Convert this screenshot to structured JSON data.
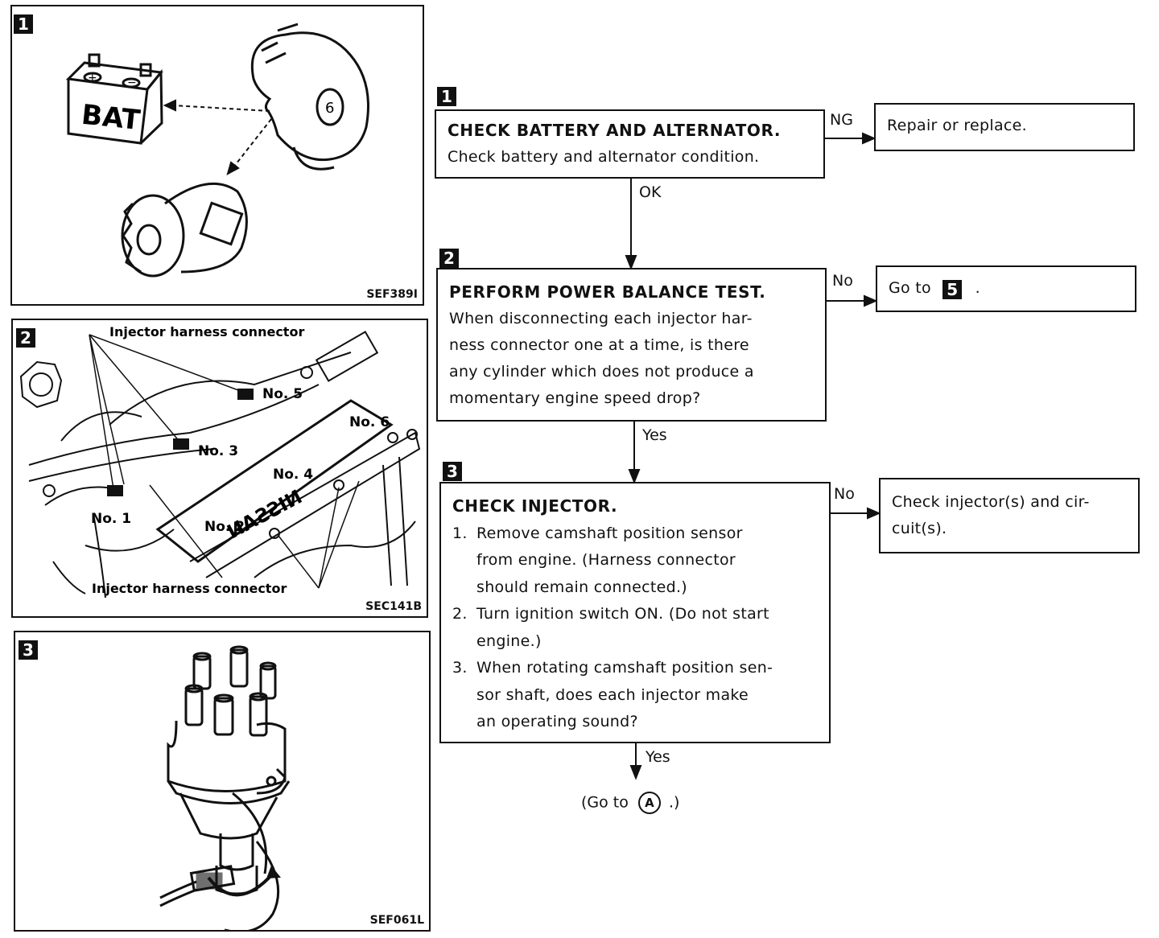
{
  "figures": [
    {
      "badge": "1",
      "code": "SEF389I"
    },
    {
      "badge": "2",
      "code": "SEC141B",
      "callouts": {
        "top": "Injector harness connector",
        "bottom": "Injector harness connector",
        "no1": "No. 1",
        "no2": "No. 2",
        "no3": "No. 3",
        "no4": "No. 4",
        "no5": "No. 5",
        "no6": "No. 6",
        "nissan": "NISSAN"
      }
    },
    {
      "badge": "3",
      "code": "SEF061L"
    }
  ],
  "figure1_labels": {
    "bat": "BAT",
    "ear": "6",
    "plus": "+",
    "minus": "−"
  },
  "flow": {
    "step1": {
      "badge": "1",
      "title": "CHECK BATTERY AND ALTERNATOR.",
      "text": "Check battery and alternator condition."
    },
    "step1_ng": {
      "label": "NG",
      "result": "Repair or replace."
    },
    "step1_ok": "OK",
    "step2": {
      "badge": "2",
      "title": "PERFORM POWER BALANCE TEST.",
      "lines": [
        "When disconnecting each injector har-",
        "ness connector one at a time, is there",
        "any cylinder which does not produce a",
        "momentary engine speed drop?"
      ]
    },
    "step2_no": {
      "label": "No",
      "result_prefix": "Go to",
      "result_badge": "5",
      "result_suffix": "."
    },
    "step2_yes": "Yes",
    "step3": {
      "badge": "3",
      "title": "CHECK INJECTOR.",
      "items": [
        {
          "n": "1.",
          "lines": [
            "Remove camshaft position sensor",
            "from engine. (Harness connector",
            "should remain connected.)"
          ]
        },
        {
          "n": "2.",
          "lines": [
            "Turn ignition switch ON. (Do not start",
            "engine.)"
          ]
        },
        {
          "n": "3.",
          "lines": [
            "When rotating camshaft position sen-",
            "sor shaft, does each injector make",
            "an operating sound?"
          ]
        }
      ]
    },
    "step3_no": {
      "label": "No",
      "result": [
        "Check injector(s) and cir-",
        "cuit(s)."
      ]
    },
    "step3_yes": "Yes",
    "goto_a": {
      "prefix": "(Go to",
      "circle": "A",
      "suffix": ".)"
    }
  }
}
